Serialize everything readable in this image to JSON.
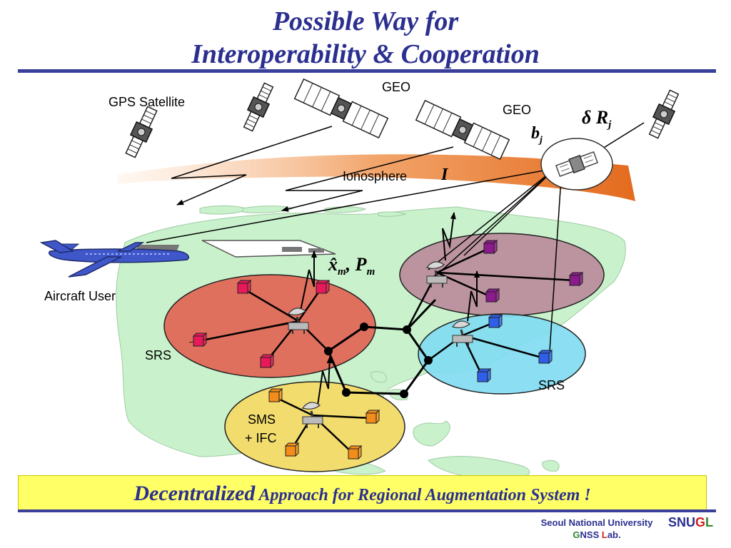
{
  "title": {
    "line1": "Possible Way for",
    "line2": "Interoperability & Cooperation"
  },
  "labels": {
    "geo_top": "GEO",
    "geo_right": "GEO",
    "gps_satellite": "GPS Satellite",
    "ionosphere": "Ionosphere",
    "iono_symbol": "I",
    "aircraft_user": "Aircraft User",
    "srs_left": "SRS",
    "srs_right": "SRS",
    "sms_line1": "SMS",
    "sms_line2": "+ IFC"
  },
  "math": {
    "delta_r": "δ R",
    "delta_r_sub": "j",
    "bias": "b",
    "bias_sub": "j",
    "state": "x̂",
    "state_sub": "m",
    "cov": ", P",
    "cov_sub": "m"
  },
  "banner": {
    "strong": "Decentralized",
    "rest": " Approach for Regional Augmentation System !"
  },
  "footer": {
    "university": "Seoul National University",
    "lab_g": "G",
    "lab_nss": "NSS ",
    "lab_l": "L",
    "lab_ab": "ab."
  },
  "logo": {
    "part1": "SNU",
    "part2": "G",
    "part3": "L"
  },
  "colors": {
    "title": "#2b2f8f",
    "banner_bg": "#ffff66",
    "srs_red": "#e0705e",
    "srs_purple": "#b98a9a",
    "srs_cyan": "#7fdcf2",
    "sms_yellow": "#f2dc6e",
    "land": "#c9f2cc"
  }
}
